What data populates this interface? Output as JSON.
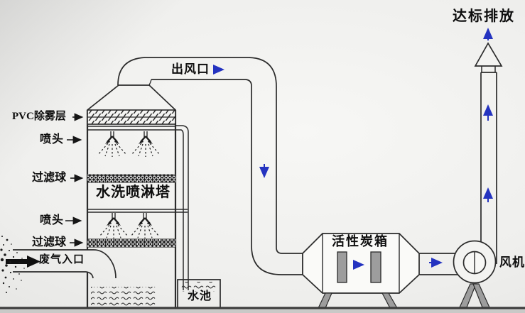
{
  "labels": {
    "discharge": "达标排放",
    "air_outlet": "出风口",
    "pvc_demister": "PVC除雾层",
    "spray_head_top": "喷头",
    "filter_ball_top": "过滤球",
    "tower_name": "水洗喷淋塔",
    "spray_head_bottom": "喷头",
    "filter_ball_bottom": "过滤球",
    "waste_gas_inlet": "废气入口",
    "water_pool": "水池",
    "carbon_box": "活性炭箱",
    "fan": "风机"
  },
  "colors": {
    "line": "#2b2b2b",
    "flow_arrow_blue": "#2433c0",
    "label_text": "#0e0e0e",
    "gray_fill": "#9d9d9d",
    "filter_band": "#161616"
  },
  "flow_arrows": [
    {
      "at": "air-outlet-duct",
      "direction": "right"
    },
    {
      "at": "downcomer-duct",
      "direction": "down"
    },
    {
      "at": "carbon-box-inside",
      "direction": "right"
    },
    {
      "at": "fan-inlet-duct",
      "direction": "right"
    },
    {
      "at": "stack-lower",
      "direction": "up"
    },
    {
      "at": "stack-upper",
      "direction": "up"
    },
    {
      "at": "stack-discharge",
      "direction": "up"
    },
    {
      "at": "waste-gas-inlet",
      "direction": "right"
    }
  ]
}
